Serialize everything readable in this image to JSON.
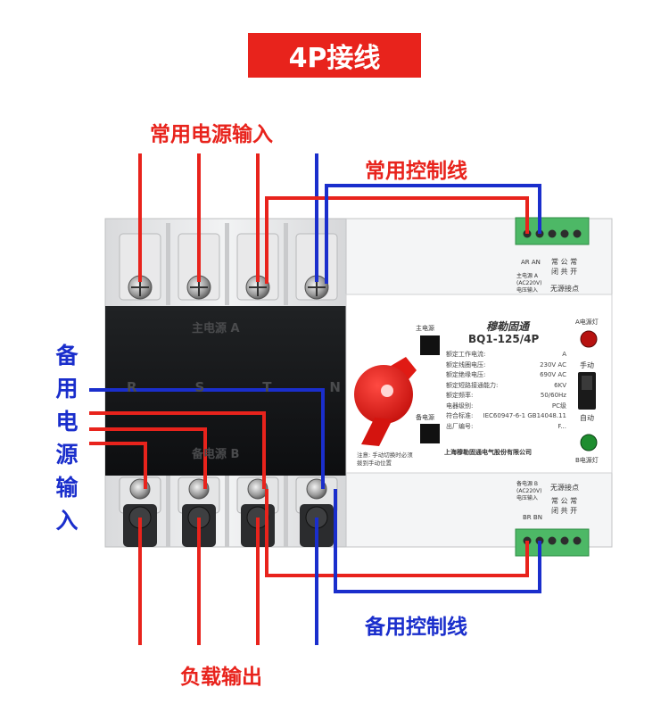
{
  "title": "4P接线",
  "labels": {
    "main_power_input": "常用电源输入",
    "main_control_line": "常用控制线",
    "backup_power_input": "备用电源输入",
    "backup_control_line": "备用控制线",
    "load_output": "负载输出"
  },
  "device": {
    "panel_top": "主电源 A",
    "panel_bottom": "备电源 B",
    "phases": [
      "R",
      "S",
      "T",
      "N"
    ],
    "brand": "穆勒固通",
    "model": "BQ1-125/4P",
    "main_source_tag": "主电源",
    "backup_source_tag": "备电源",
    "specs": [
      [
        "额定工作电流:",
        "A"
      ],
      [
        "额定线圈电压:",
        "230V AC"
      ],
      [
        "额定绝缘电压:",
        "690V AC"
      ],
      [
        "额定短路接通能力:",
        "6KV"
      ],
      [
        "额定频率:",
        "50/60Hz"
      ],
      [
        "电器级别:",
        "PC级"
      ],
      [
        "符合标准:",
        "IEC60947-6-1 GB14048.11"
      ],
      [
        "出厂编号:",
        "F..."
      ]
    ],
    "manufacturer": "上海穆勒固通电气股份有限公司",
    "note": "注意: 手动切换时必须\n拨到手动位置",
    "a_lamp": "A电源灯",
    "b_lamp": "B电源灯",
    "manual": "手动",
    "auto": "自动",
    "top_terminal_ids": "AR AN",
    "top_terminal_desc": "主电源 A\n(AC220V)\n电压输入",
    "top_contact_cols": "常 公 常\n闭 共 开",
    "top_contact_desc": "无源接点",
    "bottom_terminal_desc": "备电源 B\n(AC220V)\n电压输入",
    "bottom_contact_desc": "无源接点",
    "bottom_contact_cols": "常 公 常\n闭 共 开",
    "bottom_terminal_ids": "BR BN"
  },
  "colors": {
    "accent_red": "#e8231c",
    "accent_blue": "#1a2ecc",
    "terminal_green": "#4db866"
  }
}
